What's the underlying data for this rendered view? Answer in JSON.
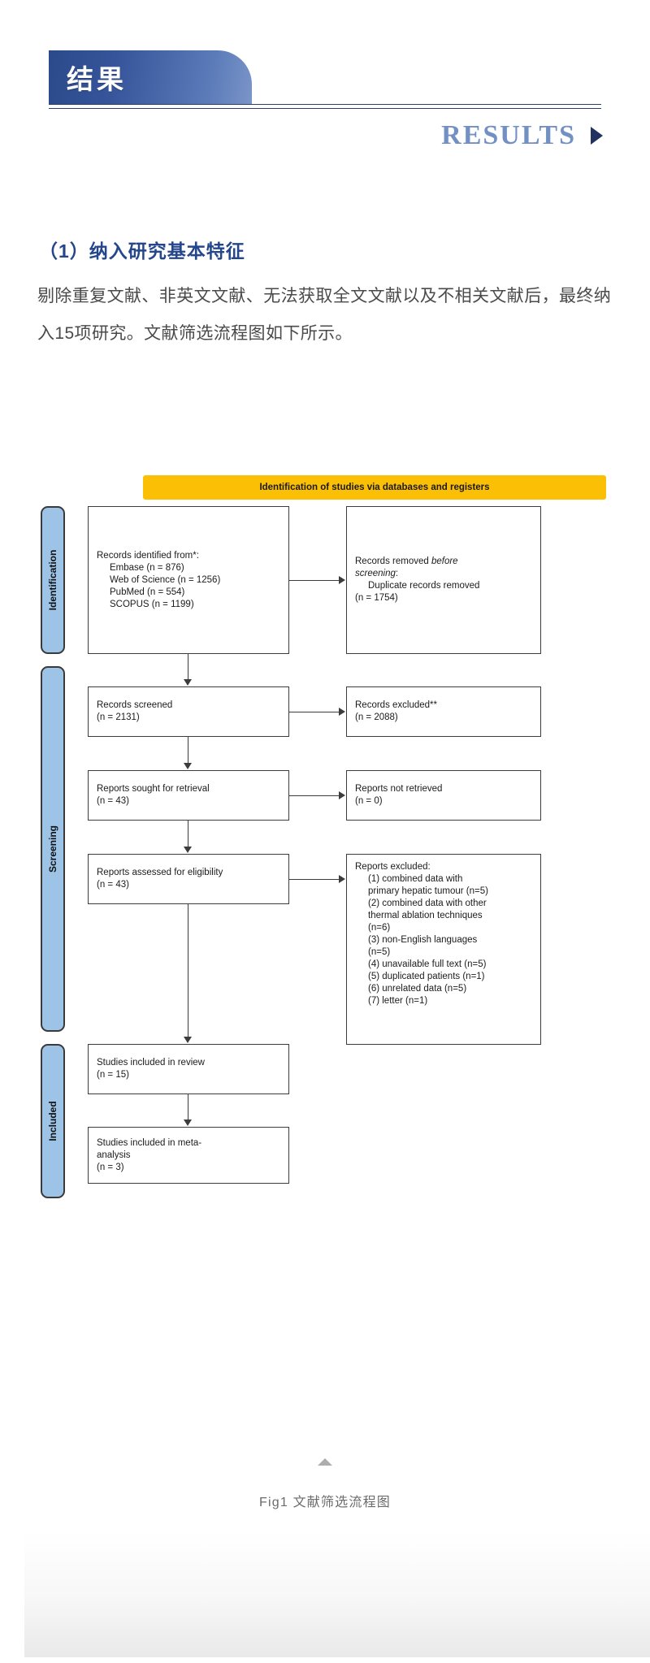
{
  "header": {
    "banner_label": "结果",
    "results_label": "RESULTS",
    "arrow_icon": "triangle-right-icon"
  },
  "content": {
    "section_heading": "（1）纳入研究基本特征",
    "paragraph": "剔除重复文献、非英文文献、无法获取全文文献以及不相关文献后，最终纳入15项研究。文献筛选流程图如下所示。"
  },
  "figure": {
    "caption": "Fig1 文献筛选流程图",
    "collapse_icon": "triangle-up-icon"
  },
  "chart_data": {
    "type": "diagram",
    "title": "Identification of studies via databases and registers",
    "diagram_kind": "prisma-flow",
    "banner_color": "#fbbf06",
    "stage_color": "#9dc3e6",
    "stages": [
      "Identification",
      "Screening",
      "Included"
    ],
    "nodes": [
      {
        "id": "records-identified",
        "stage": "Identification",
        "column": "left",
        "title": "Records identified from*:",
        "items": [
          "Embase (n = 876)",
          "Web of Science (n = 1256)",
          "PubMed (n = 554)",
          "SCOPUS (n = 1199)"
        ]
      },
      {
        "id": "records-removed",
        "stage": "Identification",
        "column": "right",
        "title": "Records removed before screening:",
        "items": [
          "Duplicate records removed",
          "(n = 1754)"
        ]
      },
      {
        "id": "records-screened",
        "stage": "Screening",
        "column": "left",
        "title": "Records screened",
        "items": [
          "(n = 2131)"
        ]
      },
      {
        "id": "records-excluded",
        "stage": "Screening",
        "column": "right",
        "title": "Records excluded**",
        "items": [
          "(n = 2088)"
        ]
      },
      {
        "id": "reports-sought",
        "stage": "Screening",
        "column": "left",
        "title": "Reports sought for retrieval",
        "items": [
          "(n = 43)"
        ]
      },
      {
        "id": "reports-not-retrieved",
        "stage": "Screening",
        "column": "right",
        "title": "Reports not retrieved",
        "items": [
          "(n = 0)"
        ]
      },
      {
        "id": "reports-assessed",
        "stage": "Screening",
        "column": "left",
        "title": "Reports assessed for eligibility",
        "items": [
          "(n = 43)"
        ]
      },
      {
        "id": "reports-excluded",
        "stage": "Screening",
        "column": "right",
        "title": "Reports excluded:",
        "items": [
          "(1) combined data with primary hepatic tumour (n=5)",
          "(2) combined data with other thermal ablation techniques (n=6)",
          "(3) non-English languages (n=5)",
          "(4) unavailable full text (n=5)",
          "(5) duplicated patients (n=1)",
          "(6) unrelated data (n=5)",
          "(7) letter (n=1)"
        ]
      },
      {
        "id": "studies-in-review",
        "stage": "Included",
        "column": "left",
        "title": "Studies included in review",
        "items": [
          "(n = 15)"
        ]
      },
      {
        "id": "studies-in-meta",
        "stage": "Included",
        "column": "left",
        "title": "Studies included in meta-analysis",
        "items": [
          "(n = 3)"
        ]
      }
    ],
    "counts": {
      "embase": 876,
      "web_of_science": 1256,
      "pubmed": 554,
      "scopus": 1199,
      "duplicates_removed": 1754,
      "records_screened": 2131,
      "records_excluded": 2088,
      "reports_sought": 43,
      "reports_not_retrieved": 0,
      "reports_assessed": 43,
      "studies_in_review": 15,
      "studies_in_meta": 3
    }
  },
  "flow_text": {
    "banner": "Identification of studies via databases and registers",
    "stage_identification": "Identification",
    "stage_screening": "Screening",
    "stage_included": "Included",
    "identified_title": "Records identified from*:",
    "identified_1": "Embase (n = 876)",
    "identified_2": "Web of Science (n = 1256)",
    "identified_3": "PubMed (n = 554)",
    "identified_4": "SCOPUS (n = 1199)",
    "removed_line1": "Records removed ",
    "removed_em1": "before",
    "removed_em2": "screening",
    "removed_colon": ":",
    "removed_item": "Duplicate records removed",
    "removed_n": "(n = 1754)",
    "screened_title": "Records screened",
    "screened_n": "(n = 2131)",
    "excluded_title": "Records excluded**",
    "excluded_n": "(n = 2088)",
    "sought_title": "Reports sought for retrieval",
    "sought_n": "(n = 43)",
    "notretr_title": "Reports not retrieved",
    "notretr_n": "(n = 0)",
    "assessed_title": "Reports assessed for eligibility",
    "assessed_n": "(n = 43)",
    "repexcl_title": "Reports excluded:",
    "repexcl_1": "(1) combined data with",
    "repexcl_1b": "primary hepatic tumour (n=5)",
    "repexcl_2": "(2) combined data with other",
    "repexcl_2b": "thermal ablation techniques",
    "repexcl_2c": "(n=6)",
    "repexcl_3": "(3) non-English languages",
    "repexcl_3b": "(n=5)",
    "repexcl_4": "(4) unavailable full text (n=5)",
    "repexcl_5": "(5) duplicated patients (n=1)",
    "repexcl_6": "(6) unrelated data (n=5)",
    "repexcl_7": "(7) letter (n=1)",
    "inreview_title": "Studies included in review",
    "inreview_n": "(n = 15)",
    "inmeta_title": "Studies included in meta-",
    "inmeta_title2": "analysis",
    "inmeta_n": "(n = 3)"
  }
}
